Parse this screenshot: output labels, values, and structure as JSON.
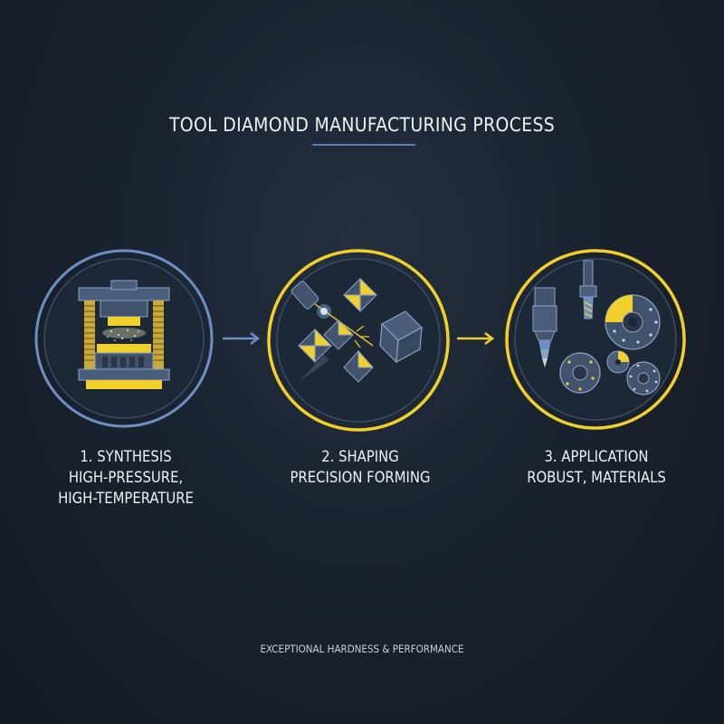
{
  "title": "TOOL DIAMOND MANUFACTURING PROCESS",
  "stages": [
    {
      "step": "1. SYNTHESIS",
      "line1": "HIGH-PRESSURE,",
      "line2": "HIGH-TEMPERATURE",
      "icon": "hydraulic-press-icon"
    },
    {
      "step": "2. SHAPING",
      "line1": "PRECISION FORMING",
      "icon": "laser-cut-diamonds-icon"
    },
    {
      "step": "3. APPLICATION",
      "line1": "ROBUST, MATERIALS",
      "icon": "cutting-tools-icon"
    }
  ],
  "footer": "EXCEPTIONAL HARDNESS & PERFORMANCE",
  "colors": {
    "accent_yellow": "#f2d02c",
    "accent_blue": "#6c8fc4",
    "steel": "#41536d",
    "background": "#1a2330"
  }
}
